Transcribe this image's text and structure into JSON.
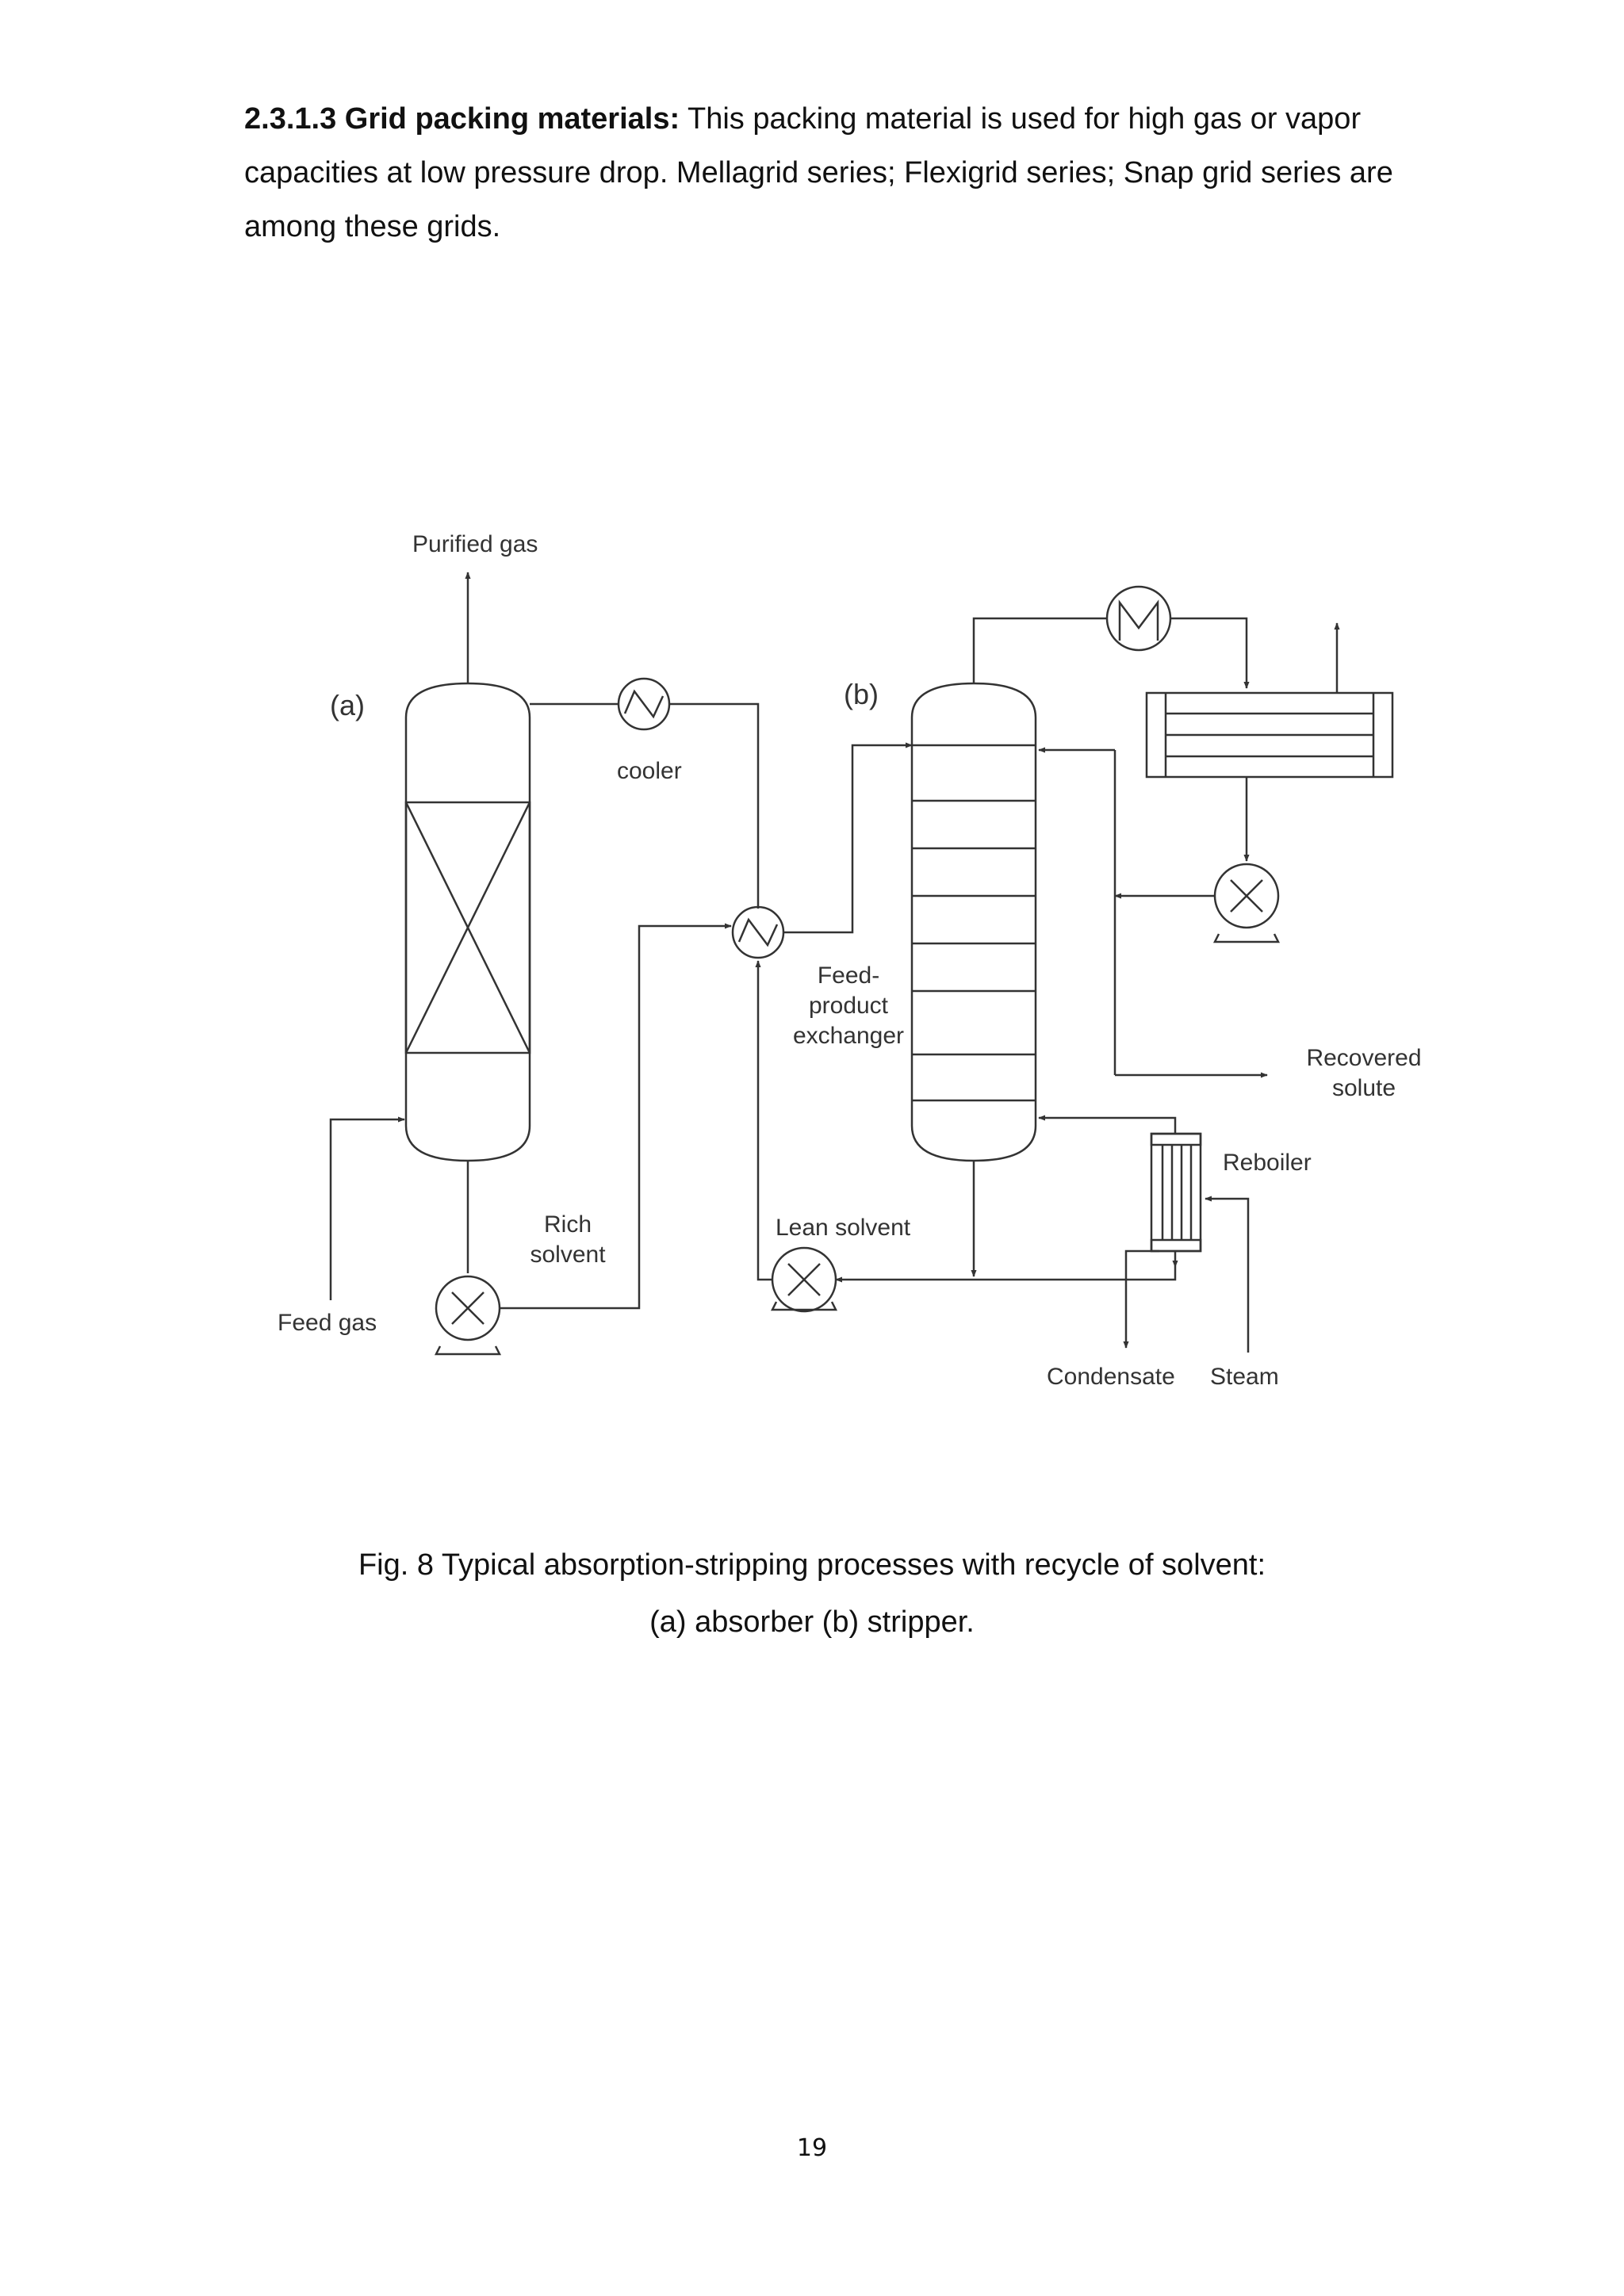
{
  "section": {
    "heading": "2.3.1.3 Grid packing materials:",
    "body": " This packing material is used for high gas or vapor capacities at low pressure drop. Mellagrid series; Flexigrid series; Snap grid series are among these grids."
  },
  "figure": {
    "labels": {
      "purified_gas": "Purified gas",
      "column_a": "(a)",
      "column_b": "(b)",
      "cooler": "cooler",
      "feed_product_1": "Feed-",
      "feed_product_2": "product",
      "feed_product_3": "exchanger",
      "recovered_1": "Recovered",
      "recovered_2": "solute",
      "reboiler": "Reboiler",
      "rich_1": "Rich",
      "rich_2": "solvent",
      "lean_solvent": "Lean solvent",
      "feed_gas": "Feed gas",
      "condensate": "Condensate",
      "steam": "Steam"
    }
  },
  "caption": {
    "line1": "Fig. 8 Typical absorption-stripping processes with recycle of solvent:",
    "line2": "(a) absorber (b) stripper."
  },
  "page_number": "19"
}
